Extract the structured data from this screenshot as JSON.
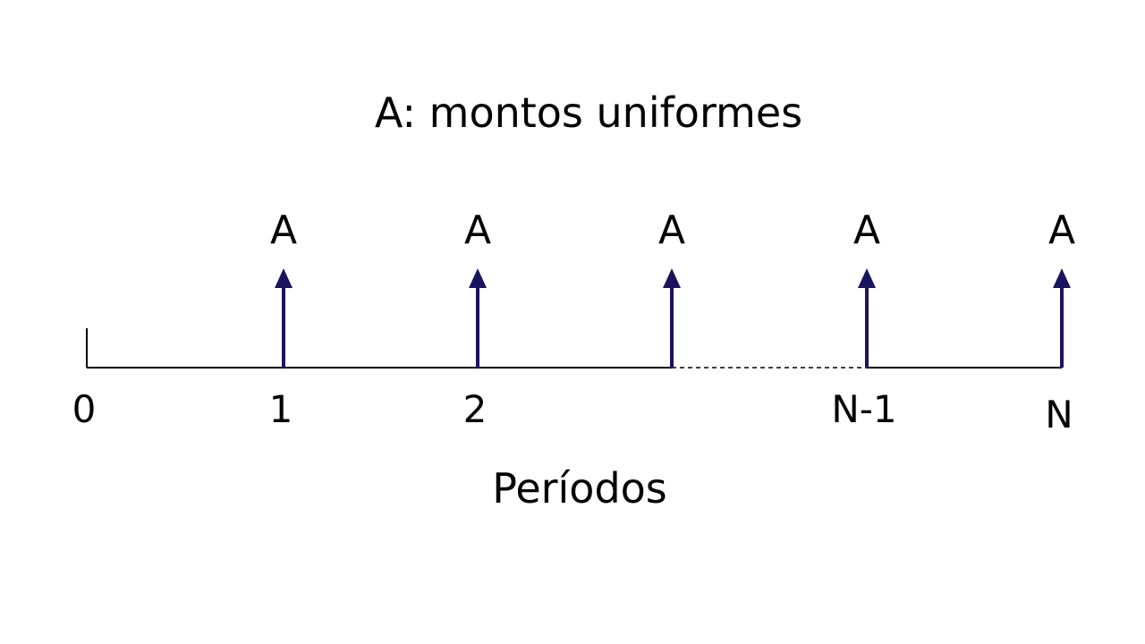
{
  "title": "A: montos uniformes",
  "axis_label": "Períodos",
  "colors": {
    "arrow": "#1a1460",
    "line": "#000000",
    "text": "#000000"
  },
  "timeline": {
    "start_label": "0",
    "points": [
      {
        "label": "1",
        "flow": "A"
      },
      {
        "label": "2",
        "flow": "A"
      },
      {
        "label": "",
        "flow": "A"
      },
      {
        "label": "N-1",
        "flow": "A"
      },
      {
        "label": "N",
        "flow": "A"
      }
    ],
    "gap_after_index": 2,
    "gap_style": "dashed"
  }
}
